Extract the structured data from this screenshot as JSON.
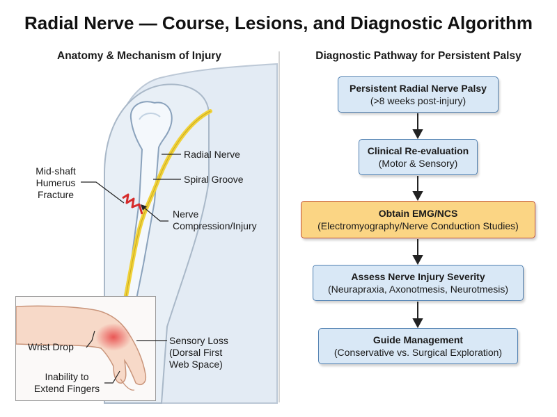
{
  "title": "Radial Nerve — Course, Lesions, and Diagnostic Algorithm",
  "left_panel": {
    "heading": "Anatomy & Mechanism of Injury",
    "labels": {
      "radial_nerve": "Radial Nerve",
      "spiral_groove": "Spiral Groove",
      "fracture_1": "Mid-shaft",
      "fracture_2": "Humerus",
      "fracture_3": "Fracture",
      "compression_1": "Nerve",
      "compression_2": "Compression/Injury",
      "wrist_drop": "Wrist Drop",
      "sensory_1": "Sensory Loss",
      "sensory_2": "(Dorsal First",
      "sensory_3": "Web Space)",
      "fingers_1": "Inability to",
      "fingers_2": "Extend Fingers"
    }
  },
  "right_panel": {
    "heading": "Diagnostic Pathway for Persistent Palsy",
    "steps": [
      {
        "title": "Persistent Radial Nerve Palsy",
        "subtitle": "(>8 weeks post-injury)"
      },
      {
        "title": "Clinical Re-evaluation",
        "subtitle": "(Motor & Sensory)"
      },
      {
        "title": "Obtain EMG/NCS",
        "subtitle": "(Electromyography/Nerve Conduction Studies)"
      },
      {
        "title": "Assess Nerve Injury Severity",
        "subtitle": "(Neurapraxia, Axonotmesis, Neurotmesis)"
      },
      {
        "title": "Guide Management",
        "subtitle": "(Conservative vs. Surgical Exploration)"
      }
    ]
  },
  "colors": {
    "box_fill": "#d9e8f6",
    "box_border": "#4f7fb0",
    "highlight_fill": "#fbd584",
    "highlight_border": "#c0503a",
    "nerve": "#f0d23a",
    "fracture": "#d62b2b"
  }
}
